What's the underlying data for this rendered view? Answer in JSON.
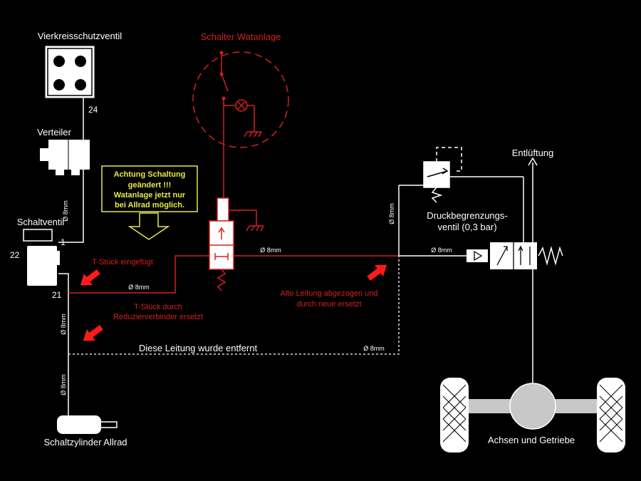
{
  "colors": {
    "background": "#000000",
    "line": "#ffffff",
    "red": "#d42020",
    "arrow": "#ff1a1a",
    "note_border": "#e8e84a",
    "grey": "#c8c8c8"
  },
  "labels": {
    "vierkreis": "Vierkreisschutzventil",
    "port_24": "24",
    "verteiler": "Verteiler",
    "schaltventil": "Schaltventil",
    "port_1": "1",
    "port_22": "22",
    "port_21": "21",
    "schalter": "Schalter Watanlage",
    "entlueftung": "Entlüftung",
    "druck1": "Druckbegrenzungs-",
    "druck2": "ventil (0,3 bar)",
    "zylinder": "Schaltzylinder Allrad",
    "achsen": "Achsen und Getriebe",
    "entfernt": "Diese Leitung wurde entfernt"
  },
  "notes": {
    "line1": "Achtung Schaltung",
    "line2": "geändert !!!",
    "line3": "Watanlage jetzt nur",
    "line4": "bei Allrad möglich."
  },
  "annotations": {
    "tstueck": "T-Stück eingefügt",
    "reduzier1": "T-Stück durch",
    "reduzier2": "Reduzierverbinder ersetzt",
    "alte1": "Alte Leitung abgezogen und",
    "alte2": "durch neue ersetzt"
  },
  "pipes": {
    "d8": "Ø 8mm"
  }
}
